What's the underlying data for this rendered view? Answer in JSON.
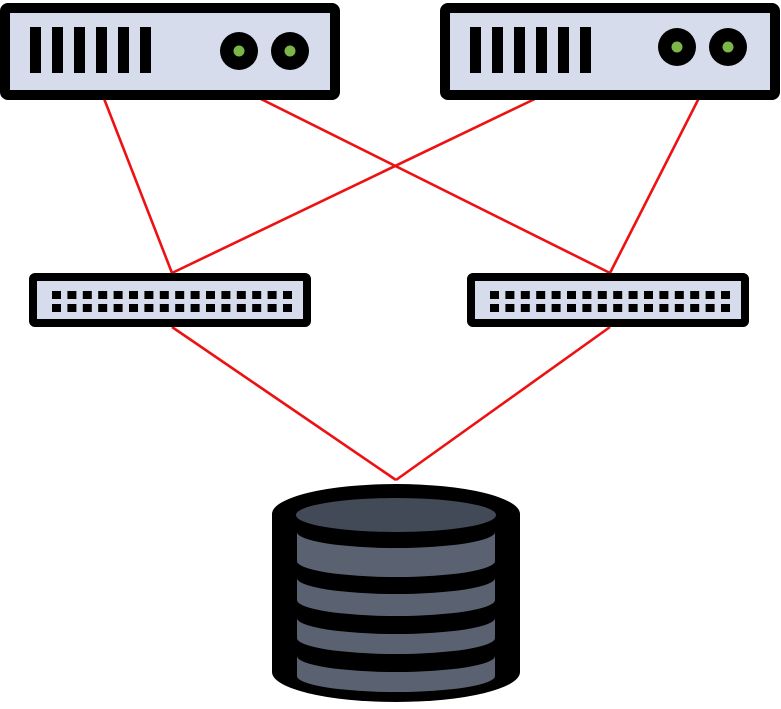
{
  "diagram": {
    "nodes": [
      {
        "id": "server-1",
        "kind": "server-icon"
      },
      {
        "id": "server-2",
        "kind": "server-icon"
      },
      {
        "id": "switch-1",
        "kind": "network-switch-icon"
      },
      {
        "id": "switch-2",
        "kind": "network-switch-icon"
      },
      {
        "id": "storage",
        "kind": "database-icon"
      }
    ],
    "edges": [
      {
        "from": "server-1",
        "to": "switch-1"
      },
      {
        "from": "server-1",
        "to": "switch-2"
      },
      {
        "from": "server-2",
        "to": "switch-1"
      },
      {
        "from": "server-2",
        "to": "switch-2"
      },
      {
        "from": "switch-1",
        "to": "storage"
      },
      {
        "from": "switch-2",
        "to": "storage"
      }
    ]
  },
  "colors": {
    "link": "#ee1111",
    "device_face": "#d7dcec",
    "outline": "#000000",
    "led": "#7ab648",
    "db_top": "#434a57",
    "db_band": "#5a6272"
  }
}
